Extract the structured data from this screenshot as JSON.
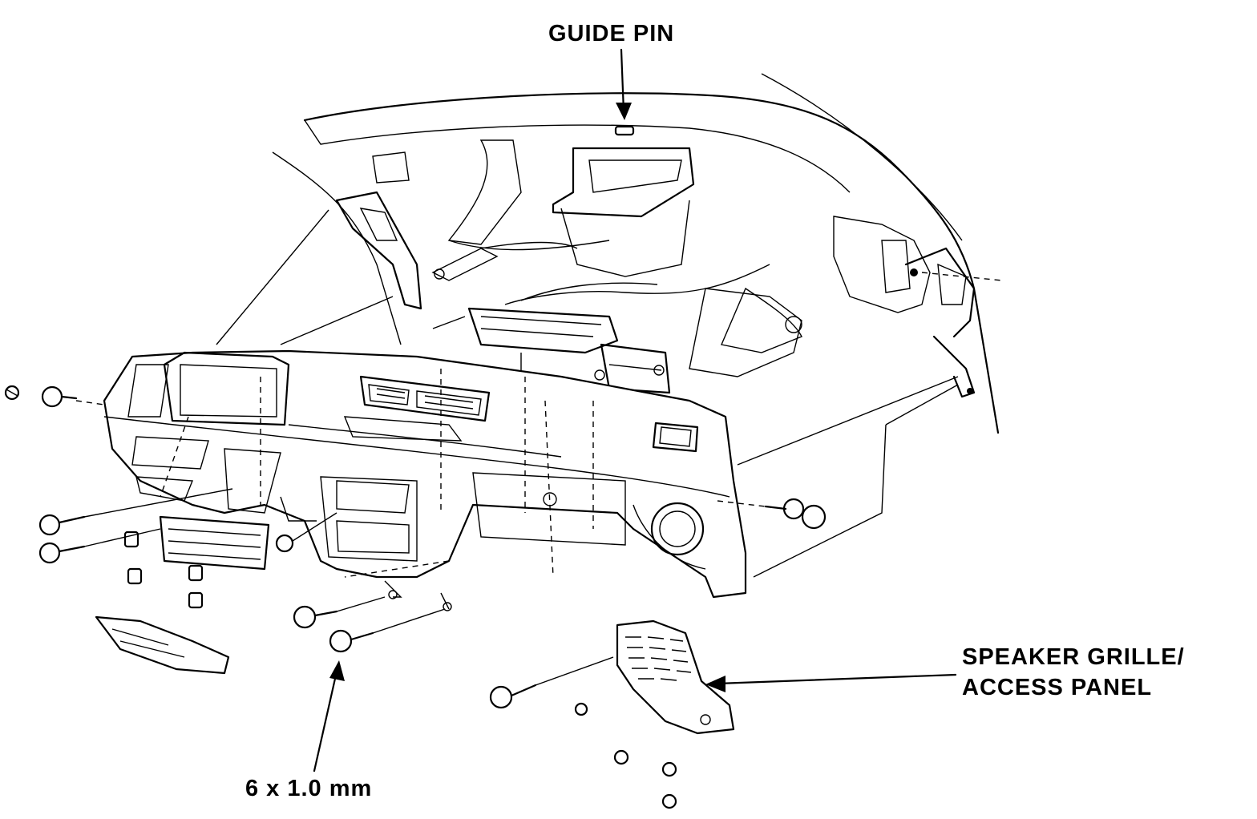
{
  "labels": {
    "guide_pin": "GUIDE PIN",
    "speaker_grille_line1": "SPEAKER GRILLE/",
    "speaker_grille_line2": "ACCESS PANEL",
    "bolt_size": "6 x 1.0 mm"
  },
  "colors": {
    "ink": "#000000",
    "paper": "#ffffff"
  }
}
